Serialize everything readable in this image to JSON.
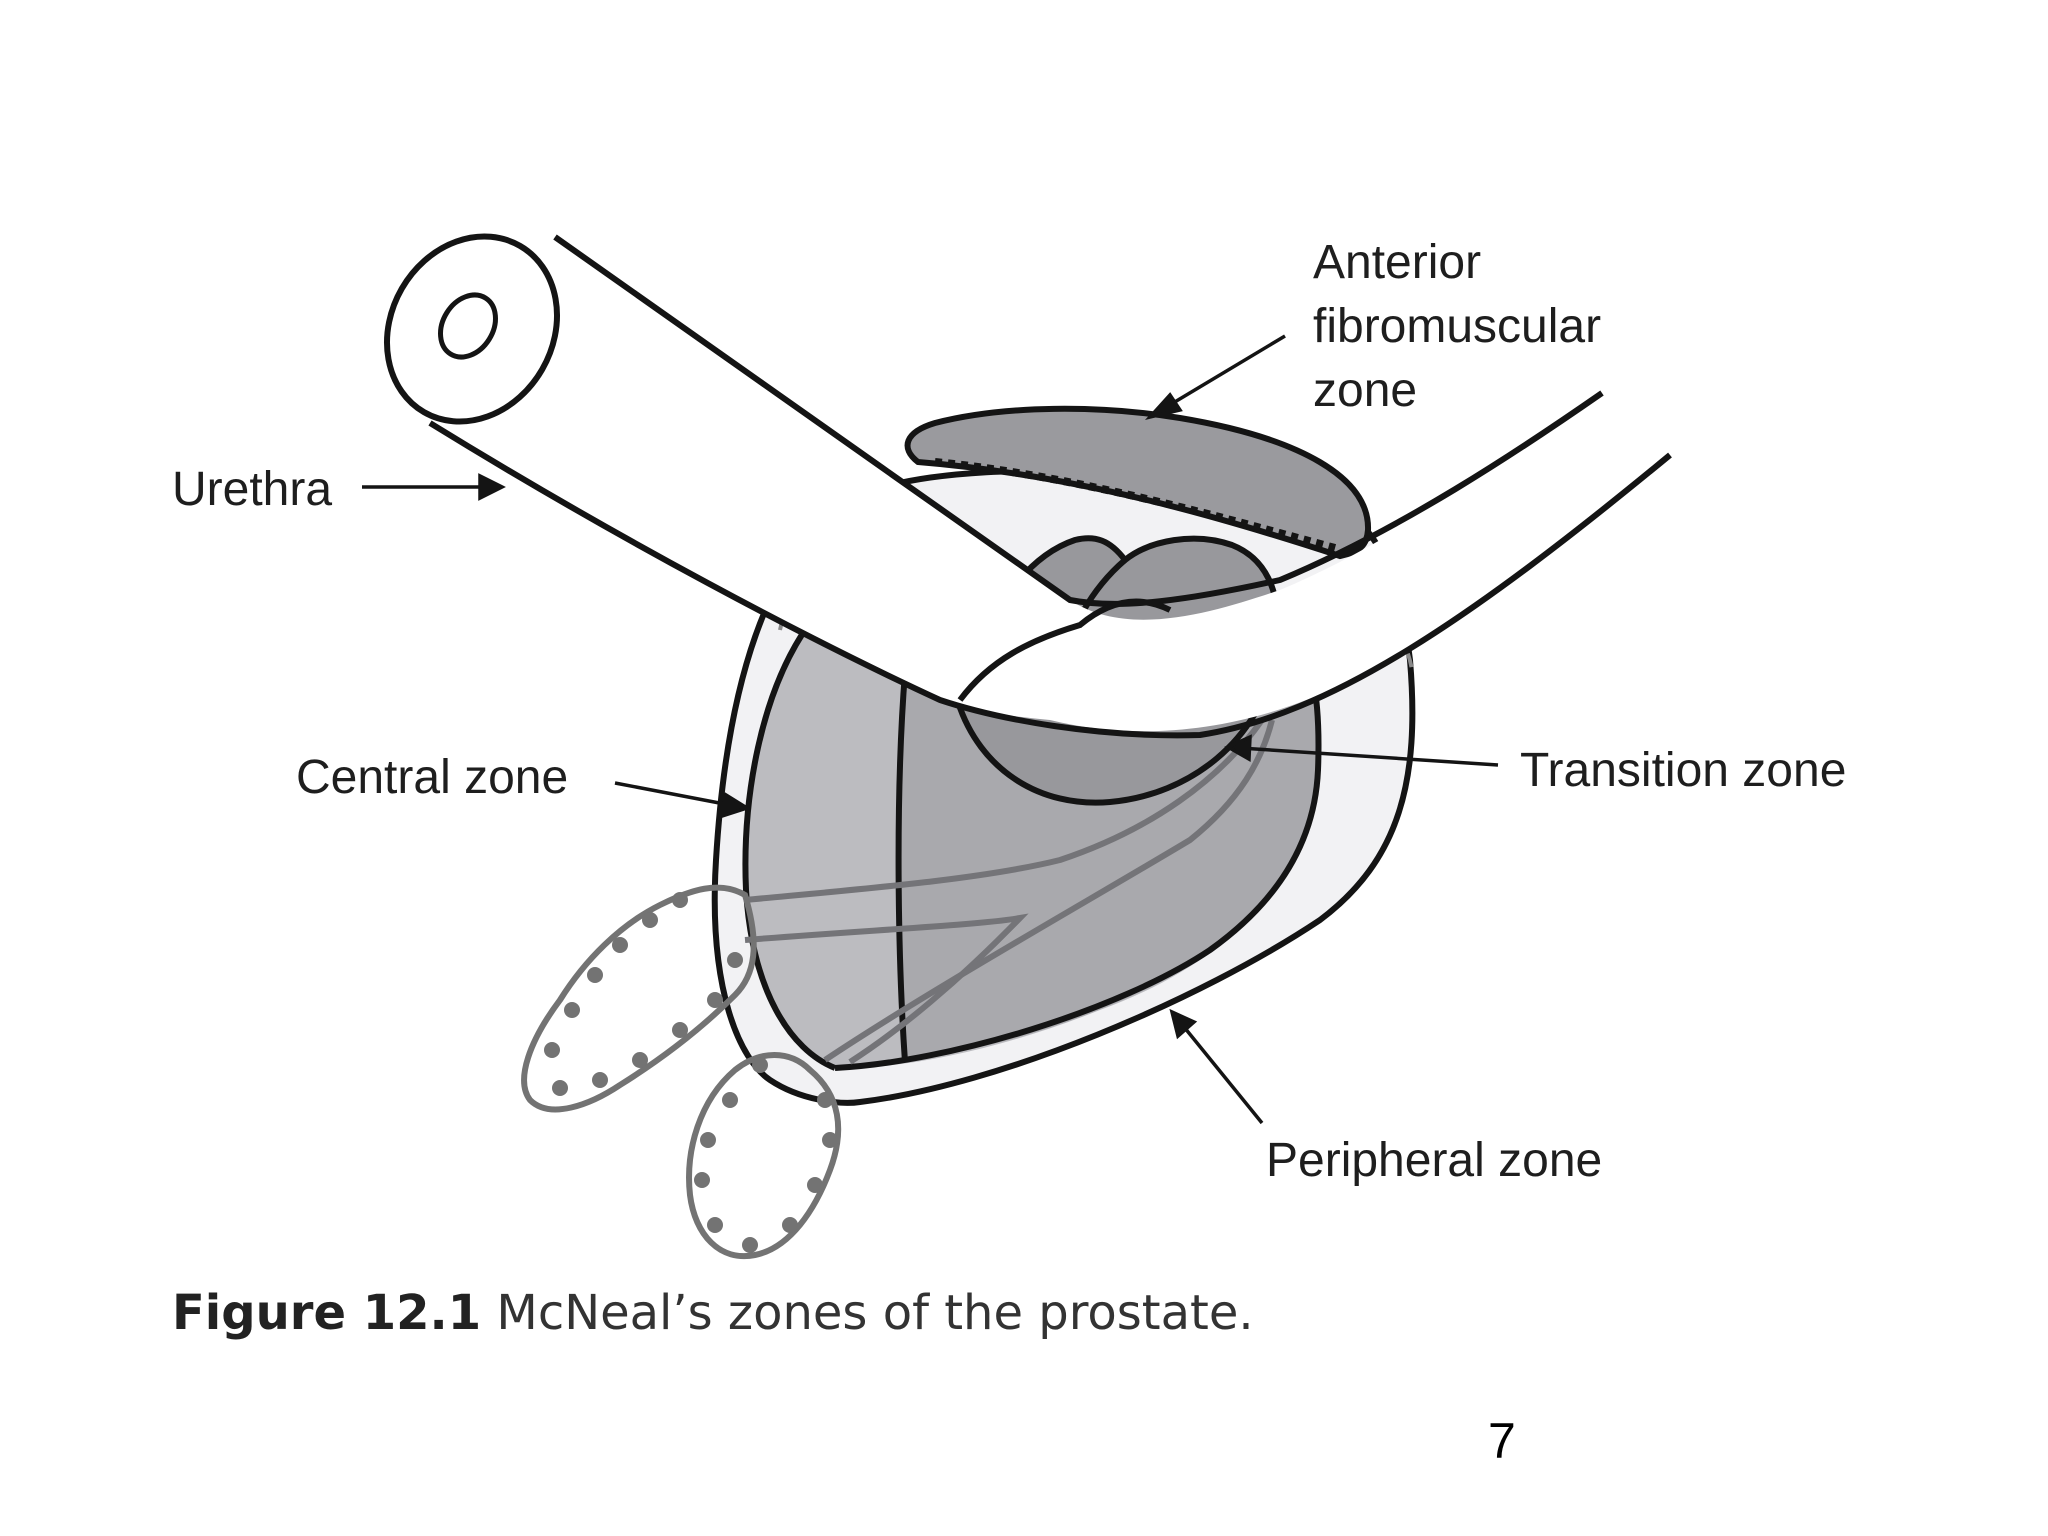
{
  "diagram": {
    "labels": {
      "anterior": [
        "Anterior",
        "fibromuscular",
        "zone"
      ],
      "urethra": "Urethra",
      "central": "Central zone",
      "transition": "Transition zone",
      "peripheral": "Peripheral zone"
    },
    "colors": {
      "outline": "#141414",
      "peripheral_fill": "#f2f2f4",
      "central_fill": "#bcbcc0",
      "inner_fill": "#a9a9ad",
      "transition_fill": "#98989c",
      "anterior_fill": "#9a9a9e",
      "vesicle_stroke": "#737373",
      "urethra_fill": "#ffffff"
    }
  },
  "caption": {
    "figure_number": "Figure 12.1",
    "text": " McNeal’s zones of the prostate."
  },
  "page_number": "7"
}
